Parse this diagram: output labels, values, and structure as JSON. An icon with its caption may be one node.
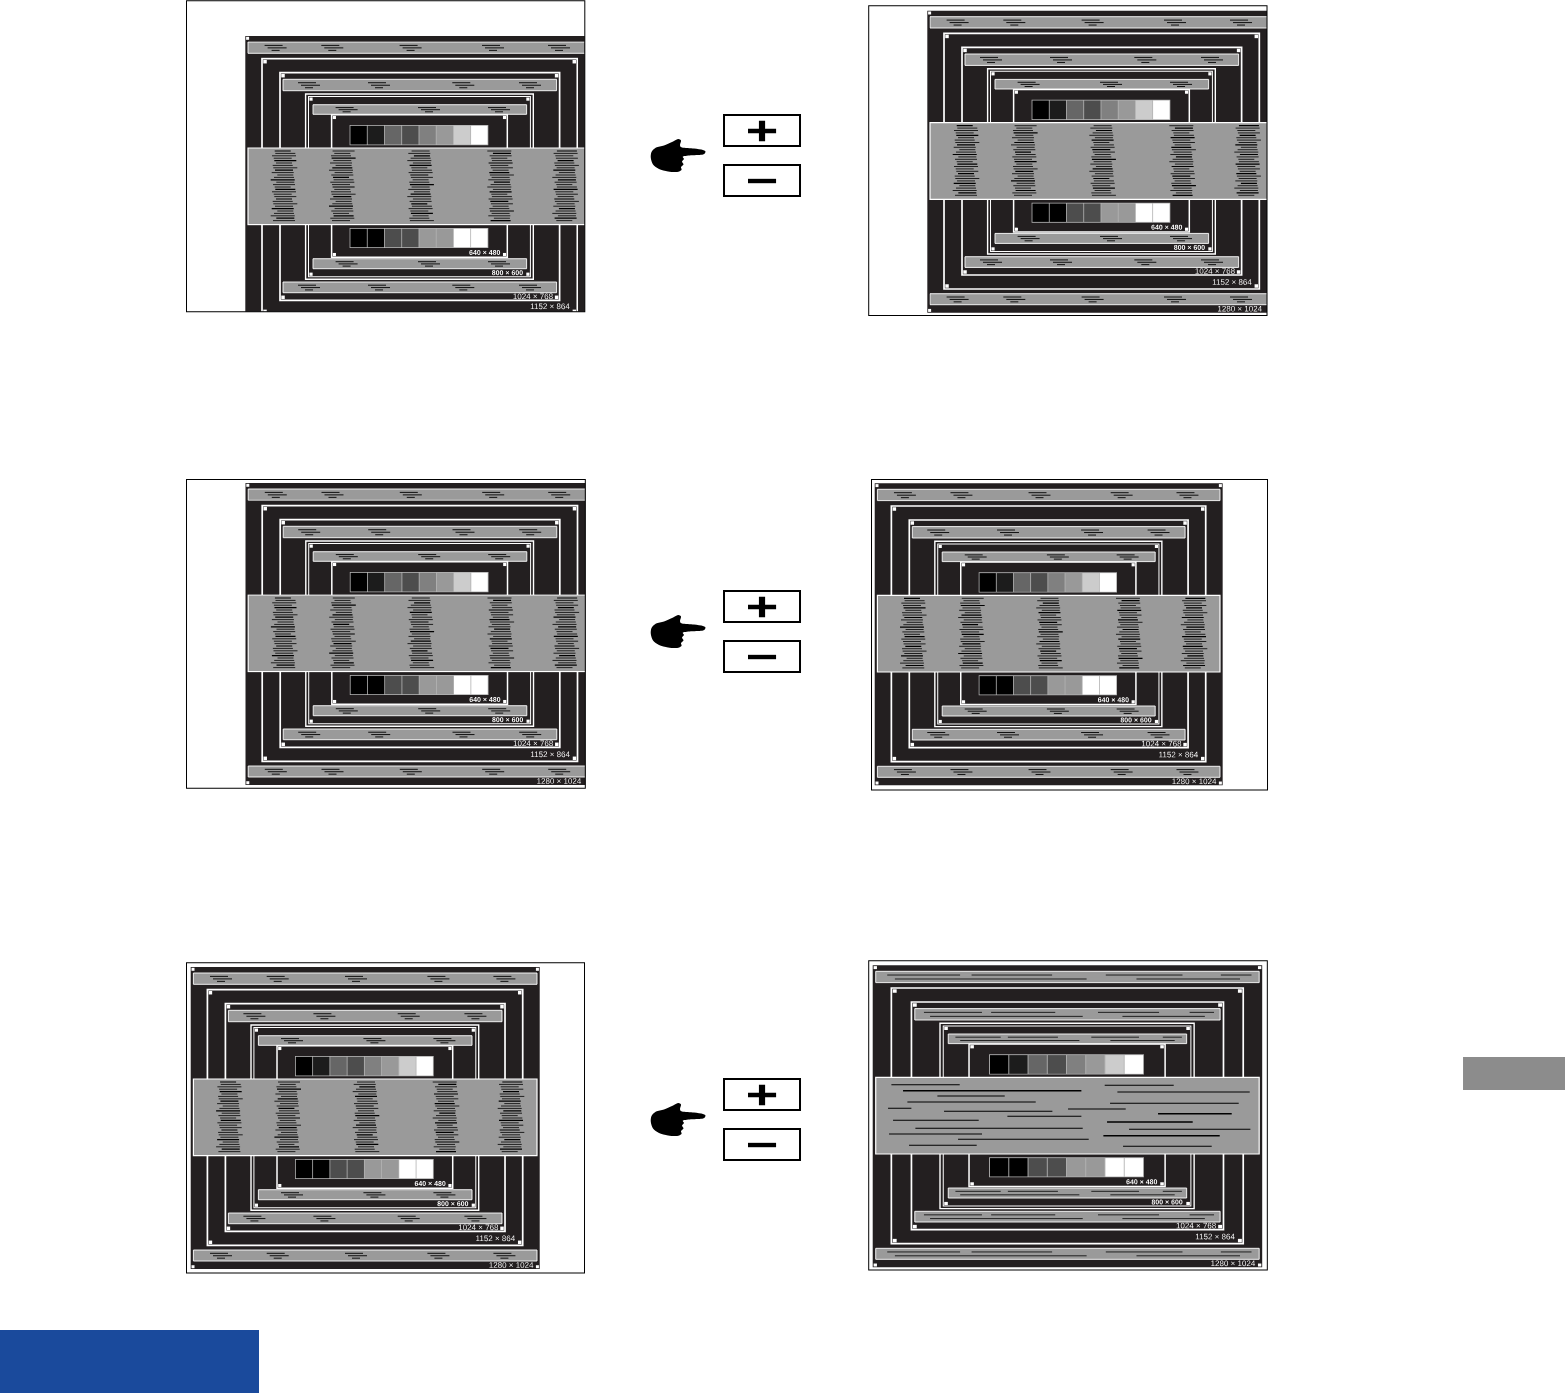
{
  "diagram": {
    "nodes": [
      {
        "text": [
          "+"
        ]
      },
      {
        "text": [
          "−"
        ]
      },
      {
        "text": [
          "+"
        ]
      },
      {
        "text": [
          "−"
        ]
      },
      {
        "text": [
          "+"
        ]
      },
      {
        "text": [
          "−"
        ]
      }
    ],
    "labels": [
      "640 × 480",
      "800 × 600",
      "1024 × 768",
      "1152 × 864",
      "640 × 480",
      "800 × 600",
      "1024 × 768",
      "1152 × 864",
      "1280 × 1024",
      "640 × 480",
      "800 × 600",
      "1024 × 768",
      "1152 × 864",
      "1280 × 1024",
      "640 × 480",
      "800 × 600",
      "1024 × 768",
      "1152 × 864",
      "1280 × 1024",
      "640 × 480",
      "800 × 600",
      "1024 × 768",
      "1152 × 864",
      "1280 × 1024",
      "640 × 480",
      "800 × 600",
      "1024 × 768",
      "1152 × 864",
      "1280 × 1024"
    ]
  }
}
